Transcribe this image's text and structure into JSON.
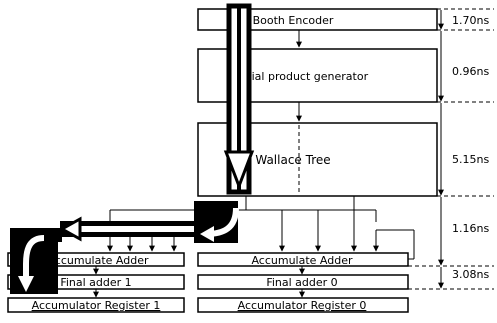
{
  "blocks": {
    "booth_encoder": "Booth Encoder",
    "partial_product_generator": "Partial product generator",
    "wallace_tree": "Wallace Tree",
    "accumulate_adder_1": "Accumulate Adder",
    "final_adder_1": "Final adder 1",
    "accumulator_register_1": "Accumulator Register 1",
    "accumulate_adder_0": "Accumulate Adder",
    "final_adder_0": "Final adder 0",
    "accumulator_register_0": "Accumulator Register 0"
  },
  "timings": {
    "booth_encoder": "1.70ns",
    "partial_product_generator": "0.96ns",
    "wallace_tree": "5.15ns",
    "accumulate": "1.16ns",
    "final": "3.08ns"
  }
}
